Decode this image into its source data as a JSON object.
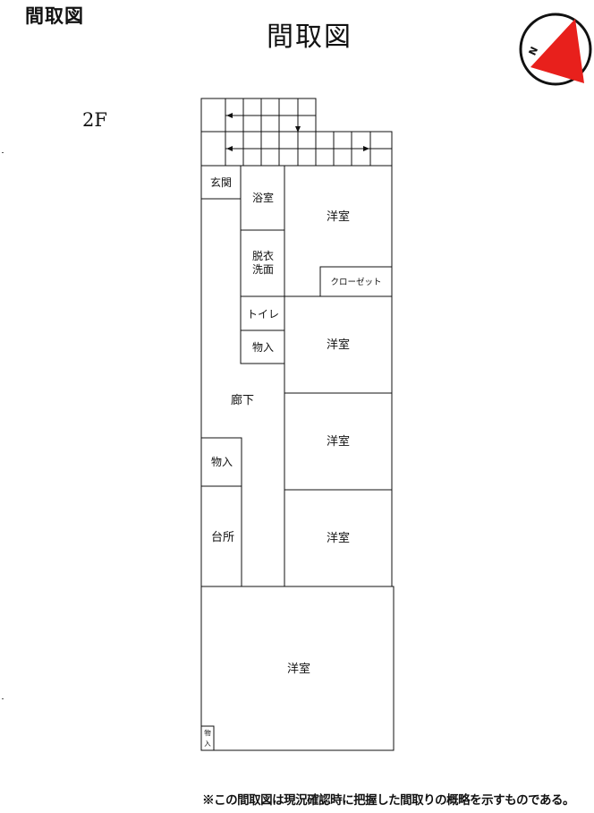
{
  "header": {
    "corner_title": "間取図",
    "main_title": "間取図"
  },
  "floor": {
    "label": "2F"
  },
  "rooms": {
    "genkan": "玄関",
    "yokushitsu": "浴室",
    "datsui_1": "脱衣",
    "datsui_2": "洗面",
    "toilet": "トイレ",
    "monoire_1": "物入",
    "closet": "クローゼット",
    "youshitsu_1": "洋室",
    "youshitsu_2": "洋室",
    "youshitsu_3": "洋室",
    "youshitsu_4": "洋室",
    "youshitsu_5": "洋室",
    "rouka": "廊下",
    "monoire_2": "物入",
    "daidokoro": "台所",
    "monoire_3_top": "物",
    "monoire_3_bottom": "入"
  },
  "compass": {
    "north_letter": "N",
    "needle_color": "#e8201c",
    "ring_color": "#111111"
  },
  "footer": {
    "disclaimer": "※この間取図は現況確認時に把握した間取りの概略を示すものである。"
  }
}
